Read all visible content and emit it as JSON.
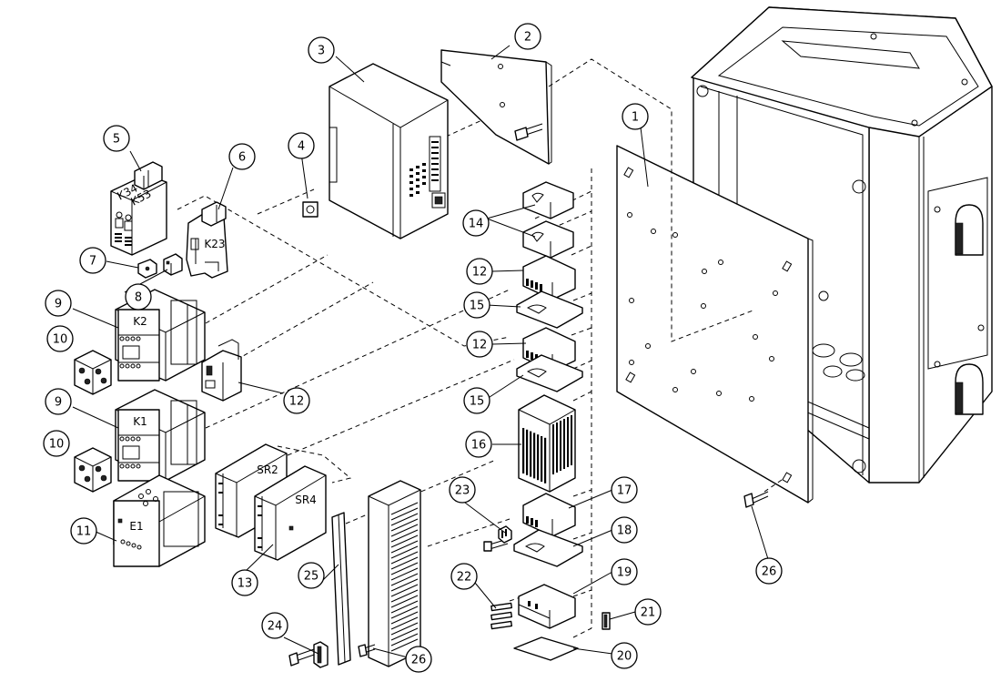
{
  "component_labels": {
    "k34": "K34",
    "k53": "K53",
    "k23": "K23",
    "k2": "K2",
    "k1": "K1",
    "sr2": "SR2",
    "sr4": "SR4",
    "e1": "E1"
  },
  "balloons": [
    {
      "id": "b1",
      "num": "1"
    },
    {
      "id": "b2",
      "num": "2"
    },
    {
      "id": "b3",
      "num": "3"
    },
    {
      "id": "b4",
      "num": "4"
    },
    {
      "id": "b5",
      "num": "5"
    },
    {
      "id": "b6",
      "num": "6"
    },
    {
      "id": "b7",
      "num": "7"
    },
    {
      "id": "b8",
      "num": "8"
    },
    {
      "id": "b9a",
      "num": "9"
    },
    {
      "id": "b9b",
      "num": "9"
    },
    {
      "id": "b10a",
      "num": "10"
    },
    {
      "id": "b10b",
      "num": "10"
    },
    {
      "id": "b11",
      "num": "11"
    },
    {
      "id": "b12a",
      "num": "12"
    },
    {
      "id": "b12b",
      "num": "12"
    },
    {
      "id": "b12c",
      "num": "12"
    },
    {
      "id": "b13",
      "num": "13"
    },
    {
      "id": "b14",
      "num": "14"
    },
    {
      "id": "b15a",
      "num": "15"
    },
    {
      "id": "b15b",
      "num": "15"
    },
    {
      "id": "b16",
      "num": "16"
    },
    {
      "id": "b17",
      "num": "17"
    },
    {
      "id": "b18",
      "num": "18"
    },
    {
      "id": "b19",
      "num": "19"
    },
    {
      "id": "b20",
      "num": "20"
    },
    {
      "id": "b21",
      "num": "21"
    },
    {
      "id": "b22",
      "num": "22"
    },
    {
      "id": "b23",
      "num": "23"
    },
    {
      "id": "b24",
      "num": "24"
    },
    {
      "id": "b25",
      "num": "25"
    },
    {
      "id": "b26a",
      "num": "26"
    },
    {
      "id": "b26b",
      "num": "26"
    }
  ]
}
